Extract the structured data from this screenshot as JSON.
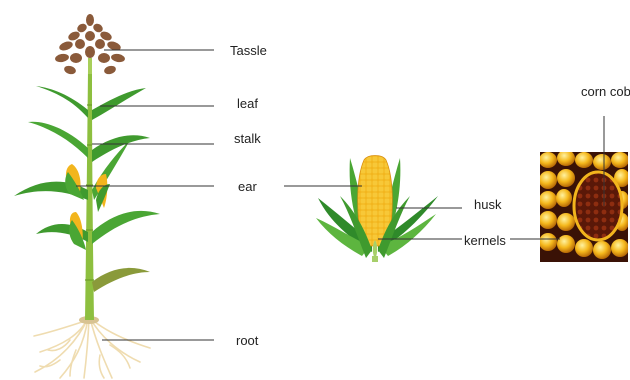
{
  "labels": {
    "tassle": "Tassle",
    "leaf": "leaf",
    "stalk": "stalk",
    "ear": "ear",
    "root": "root",
    "husk": "husk",
    "kernels": "kernels",
    "corn_cob": "corn cob"
  },
  "colors": {
    "stalk": "#8dbf3f",
    "leaf": "#3f9a2e",
    "leaf_light": "#7cc24a",
    "tassel": "#8a5a3a",
    "kernel": "#f2b51d",
    "kernel_dark": "#d9900f",
    "root": "#f3e3b9",
    "cob": "#6a1f0c",
    "line": "#333333"
  }
}
